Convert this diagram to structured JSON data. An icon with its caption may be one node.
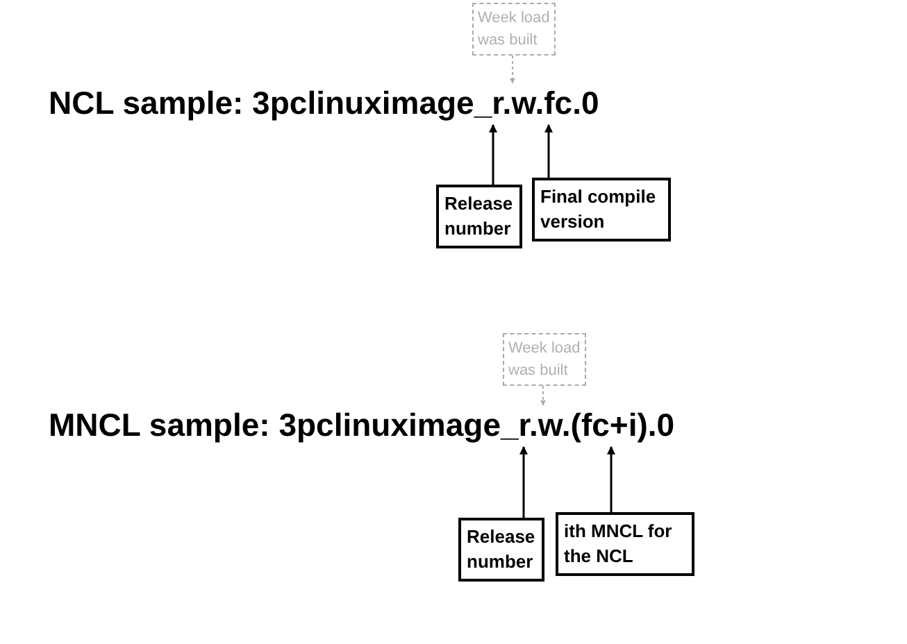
{
  "diagram": {
    "nodes": [
      {
        "text": [
          "Week load was built"
        ]
      },
      {
        "text": [
          "NCL sample: 3pclinuximage_r.w.fc.0"
        ]
      },
      {
        "text": [
          "Release number"
        ]
      },
      {
        "text": [
          "Final compile version"
        ]
      },
      {
        "text": [
          "Week load was built"
        ]
      },
      {
        "text": [
          "MNCL sample: 3pclinuximage_r.w.(fc+i).0"
        ]
      },
      {
        "text": [
          "Release number"
        ]
      },
      {
        "text": [
          "ith MNCL for the NCL"
        ]
      }
    ],
    "edges": [
      {
        "from": 0,
        "to": 1,
        "arrow": "to",
        "style": "dashed",
        "color": "#aaaaaa"
      },
      {
        "from": 2,
        "to": 1,
        "arrow": "to"
      },
      {
        "from": 3,
        "to": 1,
        "arrow": "to"
      },
      {
        "from": 4,
        "to": 5,
        "arrow": "to",
        "style": "dashed",
        "color": "#aaaaaa"
      },
      {
        "from": 6,
        "to": 5,
        "arrow": "to"
      },
      {
        "from": 7,
        "to": 5,
        "arrow": "to"
      }
    ]
  }
}
